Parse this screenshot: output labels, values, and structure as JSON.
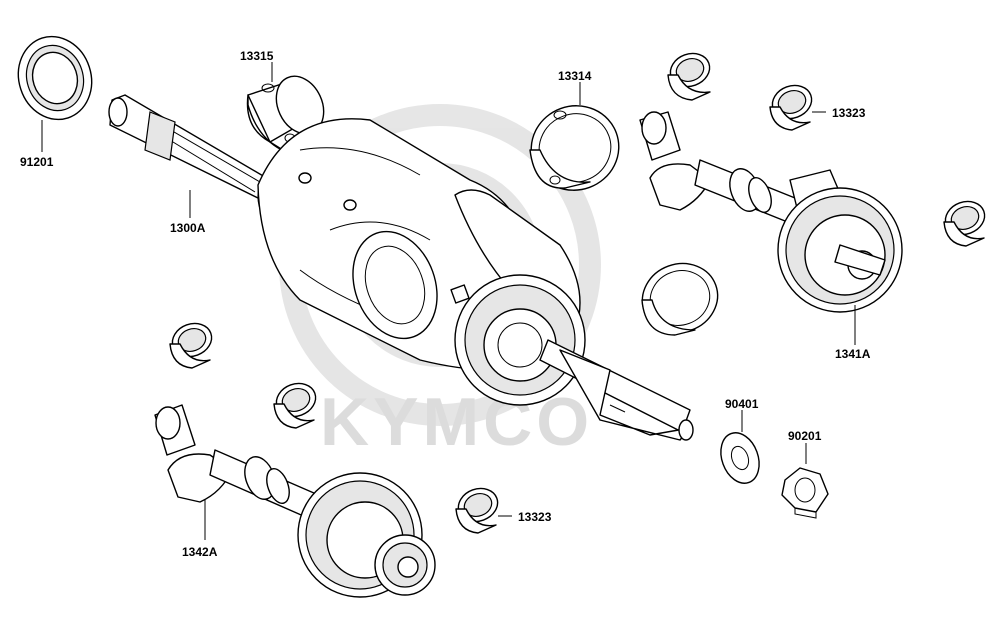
{
  "watermark": {
    "brand": "KYMCO"
  },
  "parts": [
    {
      "id": "91201"
    },
    {
      "id": "13315"
    },
    {
      "id": "1300A"
    },
    {
      "id": "13314"
    },
    {
      "id": "13323"
    },
    {
      "id": "1341A"
    },
    {
      "id": "90401"
    },
    {
      "id": "90201"
    },
    {
      "id": "1342A"
    },
    {
      "id": "13323"
    }
  ]
}
